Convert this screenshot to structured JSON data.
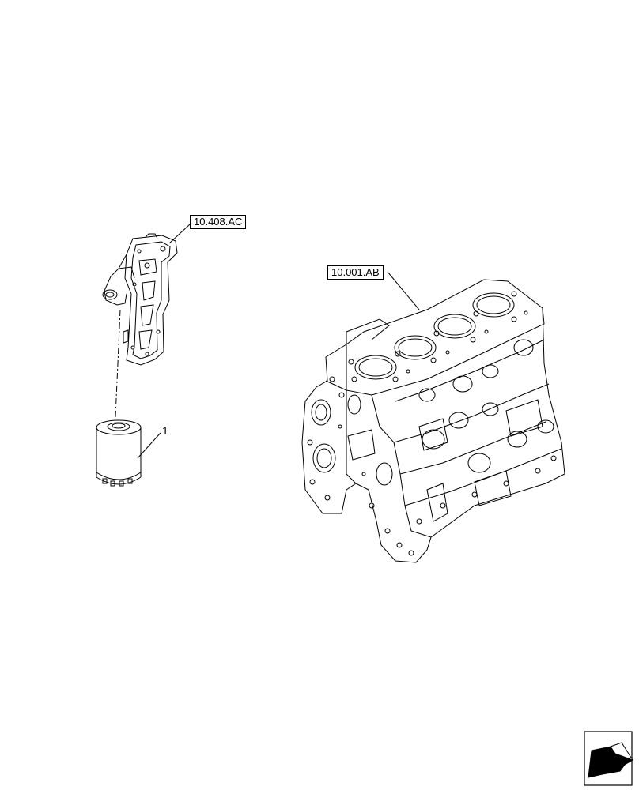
{
  "references": {
    "filter_head_ref": "10.408.AC",
    "engine_block_ref": "10.001.AB"
  },
  "callouts": {
    "filter_item_number": "1"
  },
  "icons": {
    "next_page": "arrow-next-page-icon"
  },
  "colors": {
    "line": "#000000",
    "background": "#ffffff"
  }
}
